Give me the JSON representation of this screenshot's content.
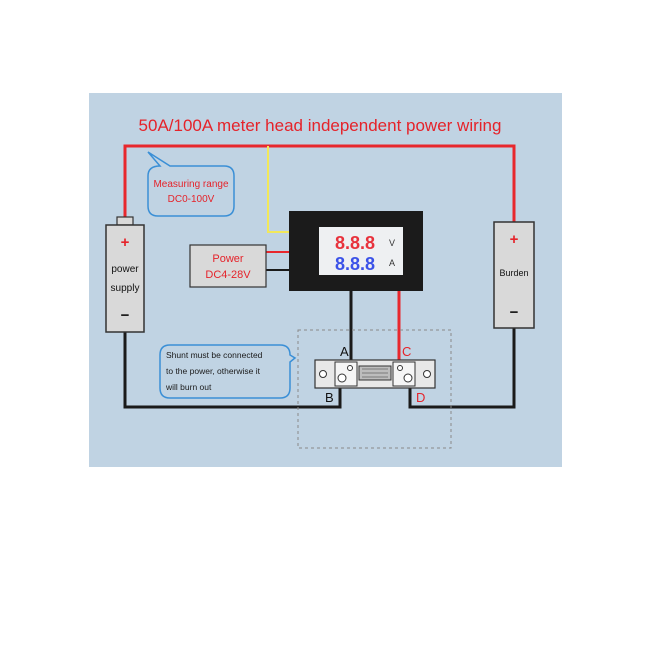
{
  "title": "50A/100A meter head independent power wiring",
  "measuring_range": {
    "line1": "Measuring range",
    "line2": "DC0-100V"
  },
  "power_label": {
    "line1": "Power",
    "line2": "DC4-28V"
  },
  "meter": {
    "voltage_reading": "8.8.8",
    "voltage_unit": "V",
    "current_reading": "8.8.8",
    "current_unit": "A"
  },
  "power_supply": {
    "plus": "+",
    "label_line1": "power",
    "label_line2": "supply",
    "minus": "−"
  },
  "burden": {
    "plus": "+",
    "label": "Burden",
    "minus": "−"
  },
  "shunt_note": {
    "line1": "Shunt must be connected",
    "line2": "to the power, otherwise it",
    "line3": "will burn out"
  },
  "terminals": {
    "a": "A",
    "b": "B",
    "c": "C",
    "d": "D"
  },
  "colors": {
    "panel_bg": "#c0d3e3",
    "red_wire": "#e8272d",
    "black_wire": "#1a1a1a",
    "yellow_wire": "#f2e85a",
    "title_red": "#e5232a",
    "callout_blue": "#3a8fd6",
    "voltage_digits": "#e8323c",
    "current_digits": "#3b52e8"
  }
}
